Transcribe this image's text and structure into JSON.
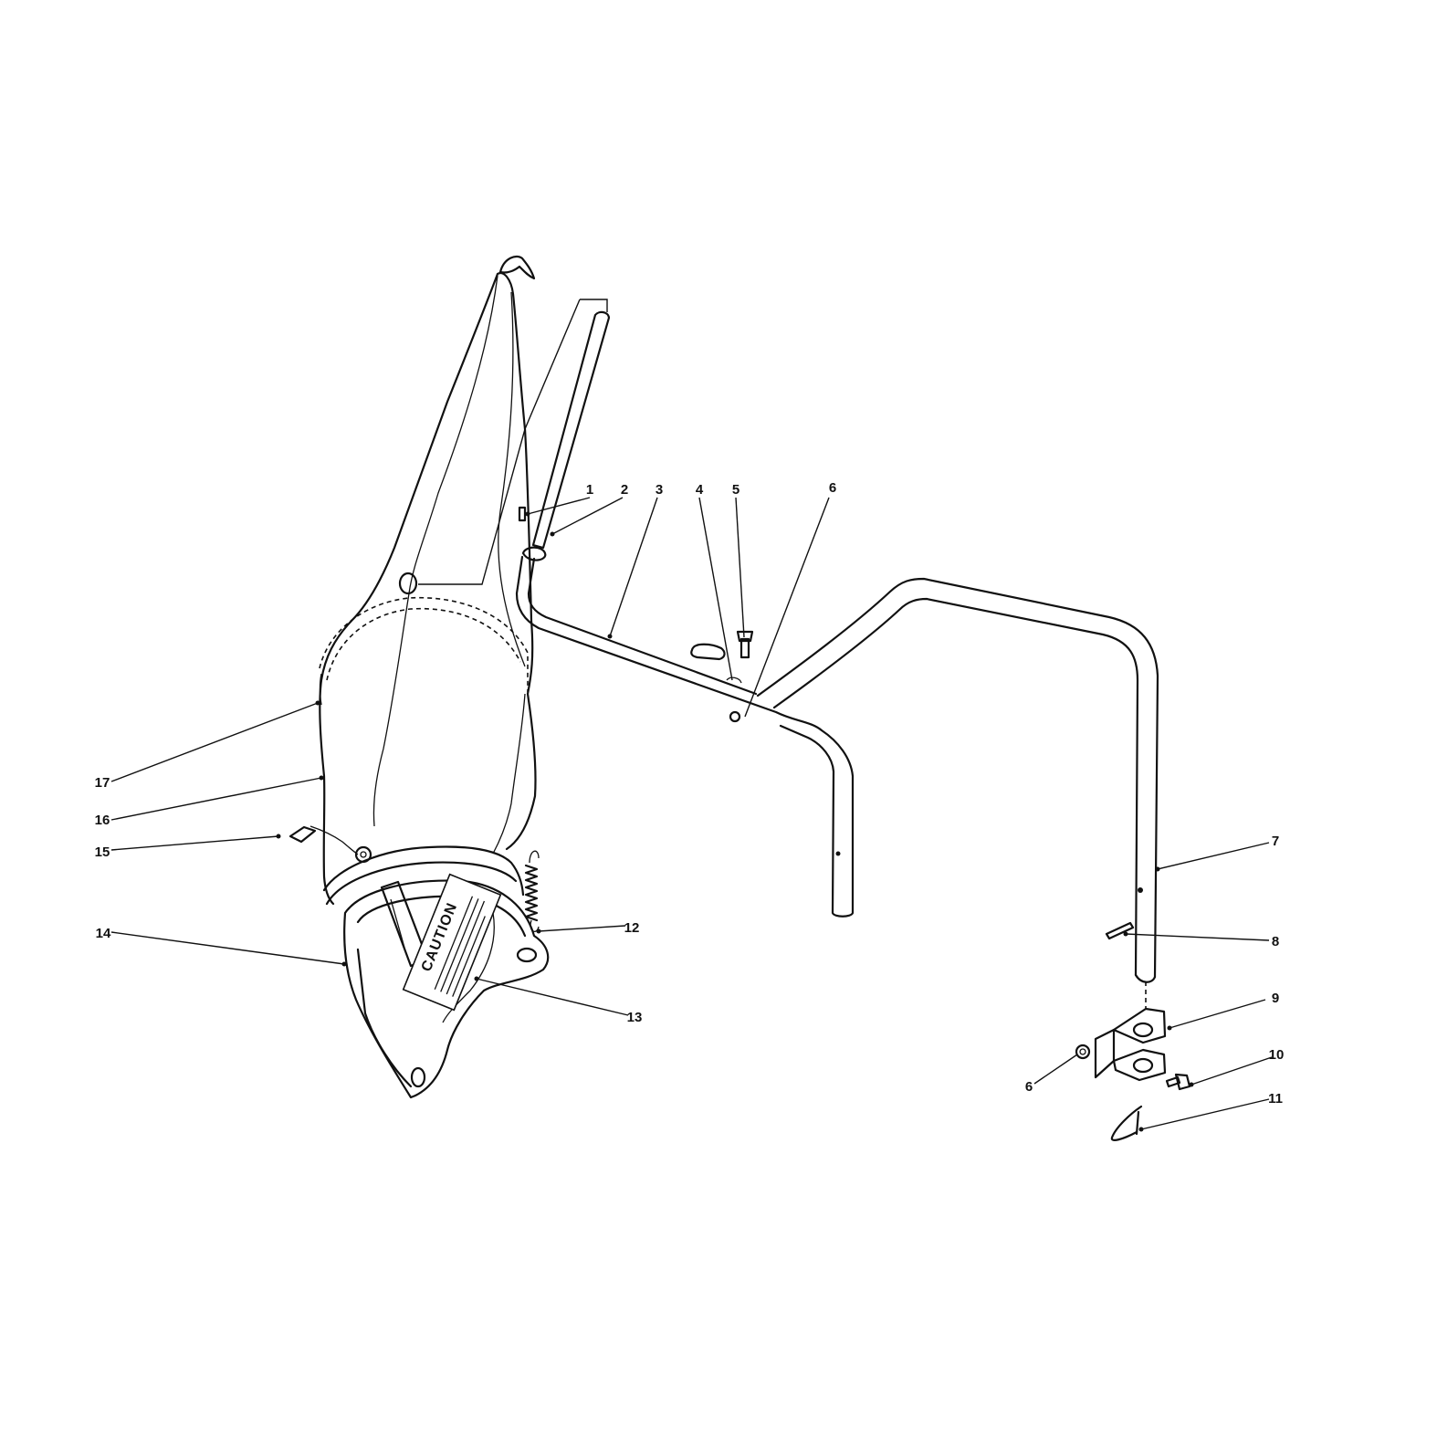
{
  "diagram": {
    "callouts": [
      "1",
      "2",
      "3",
      "4",
      "5",
      "6",
      "7",
      "8",
      "9",
      "10",
      "11",
      "12",
      "13",
      "14",
      "15",
      "16",
      "17",
      "6"
    ],
    "caution_label": "CAUTION"
  }
}
